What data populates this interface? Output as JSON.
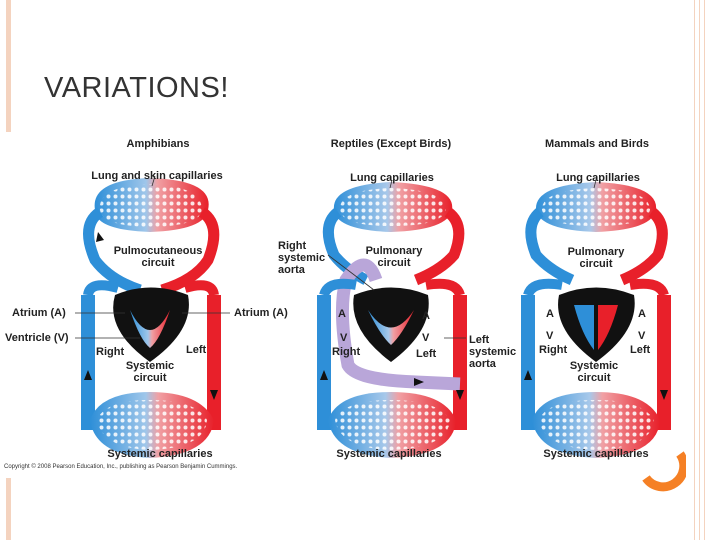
{
  "slide": {
    "title": "VARIATIONS!",
    "copyright": "Copyright © 2008 Pearson Education, Inc., publishing as Pearson Benjamin Cummings.",
    "accent_color": "#f58025",
    "border_color": "#f4d3bf"
  },
  "diagram": {
    "colors": {
      "oxygenated": "#e8202a",
      "deoxygenated": "#2e8fd8",
      "mixed": "#b9a6d9",
      "heart": "#111111"
    },
    "panels": [
      {
        "heading": "Amphibians",
        "top_capillaries": "Lung and skin capillaries",
        "circuit": "Pulmocutaneous circuit",
        "left_atrium": "Atrium (A)",
        "right_atrium": "Atrium (A)",
        "ventricle": "Ventricle (V)",
        "right_side": "Right",
        "left_side": "Left",
        "systemic": "Systemic circuit",
        "bottom_capillaries": "Systemic capillaries"
      },
      {
        "heading": "Reptiles (Except Birds)",
        "top_capillaries": "Lung capillaries",
        "circuit": "Pulmonary circuit",
        "right_aorta": "Right systemic aorta",
        "left_aorta": "Left systemic aorta",
        "a_left": "A",
        "a_right": "A",
        "v_left": "V",
        "v_right": "V",
        "right_side": "Right",
        "left_side": "Left",
        "bottom_capillaries": "Systemic capillaries"
      },
      {
        "heading": "Mammals and Birds",
        "top_capillaries": "Lung capillaries",
        "circuit": "Pulmonary circuit",
        "a_left": "A",
        "a_right": "A",
        "v_left": "V",
        "v_right": "V",
        "right_side": "Right",
        "left_side": "Left",
        "systemic": "Systemic circuit",
        "bottom_capillaries": "Systemic capillaries"
      }
    ]
  }
}
